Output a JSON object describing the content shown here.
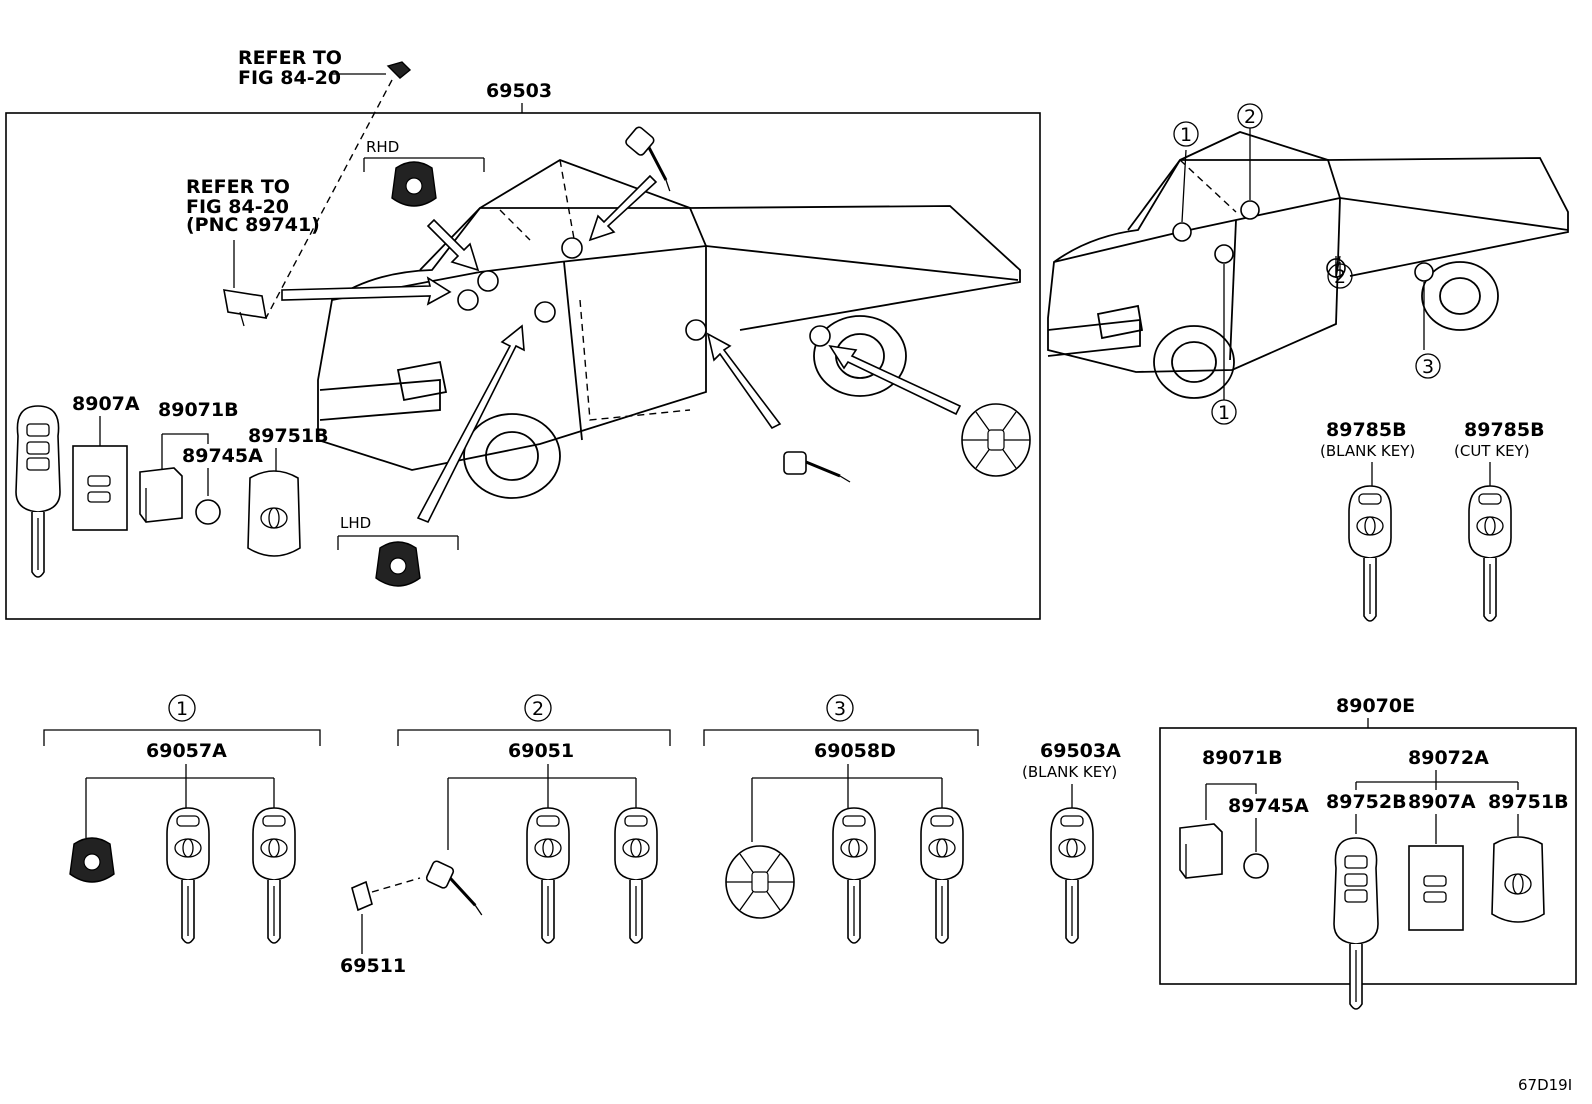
{
  "refer_a": {
    "line1": "REFER TO",
    "line2": "FIG 84-20"
  },
  "refer_b": {
    "line1": "REFER TO",
    "line2": "FIG 84-20",
    "line3": "(PNC 89741)"
  },
  "assembly_label": "69503",
  "rhd_label": "RHD",
  "lhd_label": "LHD",
  "parts": {
    "p8907A": "8907A",
    "p89071B": "89071B",
    "p89745A": "89745A",
    "p89751B": "89751B",
    "p89785B_blank": "89785B",
    "p89785B_blank_note": "(BLANK KEY)",
    "p89785B_cut": "89785B",
    "p89785B_cut_note": "(CUT KEY)"
  },
  "groups": [
    {
      "num": "1",
      "part": "69057A"
    },
    {
      "num": "2",
      "part": "69051"
    },
    {
      "num": "3",
      "part": "69058D"
    }
  ],
  "part_69511": "69511",
  "part_69503A": "69503A",
  "part_69503A_note": "(BLANK KEY)",
  "kit": {
    "label": "89070E",
    "p89071B": "89071B",
    "p89745A": "89745A",
    "p89072A": "89072A",
    "p89752B": "89752B",
    "p8907A": "8907A",
    "p89751B": "89751B"
  },
  "callouts": {
    "c1": "1",
    "c2": "2",
    "c3": "3"
  },
  "figure_code": "67D19I"
}
